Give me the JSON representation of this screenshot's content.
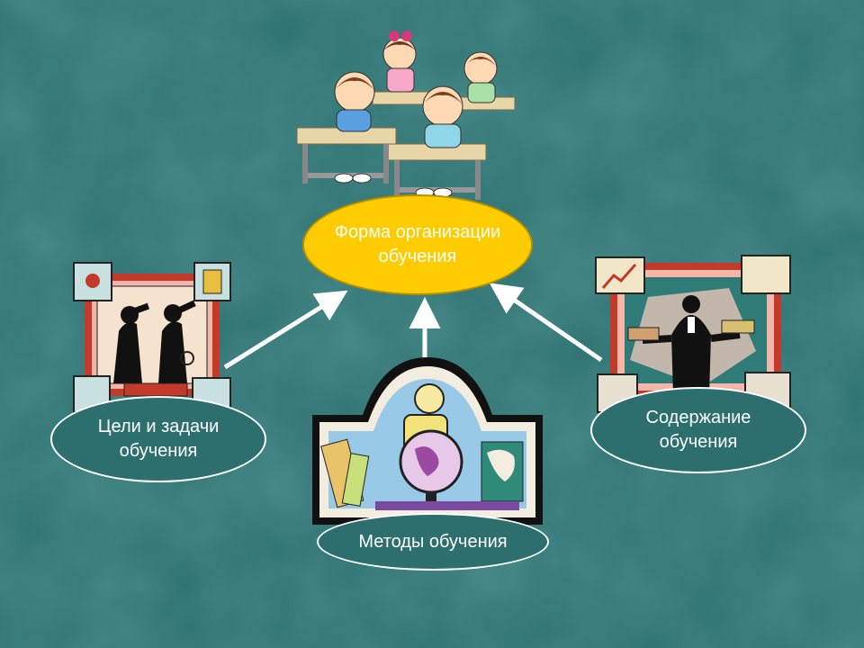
{
  "diagram": {
    "center": {
      "label": "Форма организации\nобучения"
    },
    "left": {
      "label": "Цели и задачи\nобучения"
    },
    "right": {
      "label": "Содержание\nобучения"
    },
    "bottom": {
      "label": "Методы обучения"
    }
  },
  "colors": {
    "background": "#2f7474",
    "center_fill": "#ffcc00",
    "node_fill": "#2c6f6e",
    "arrow": "#ffffff"
  },
  "illustrations": [
    "classroom-clipart",
    "explorers-clipart",
    "businessman-clipart",
    "scientist-globe-clipart"
  ]
}
